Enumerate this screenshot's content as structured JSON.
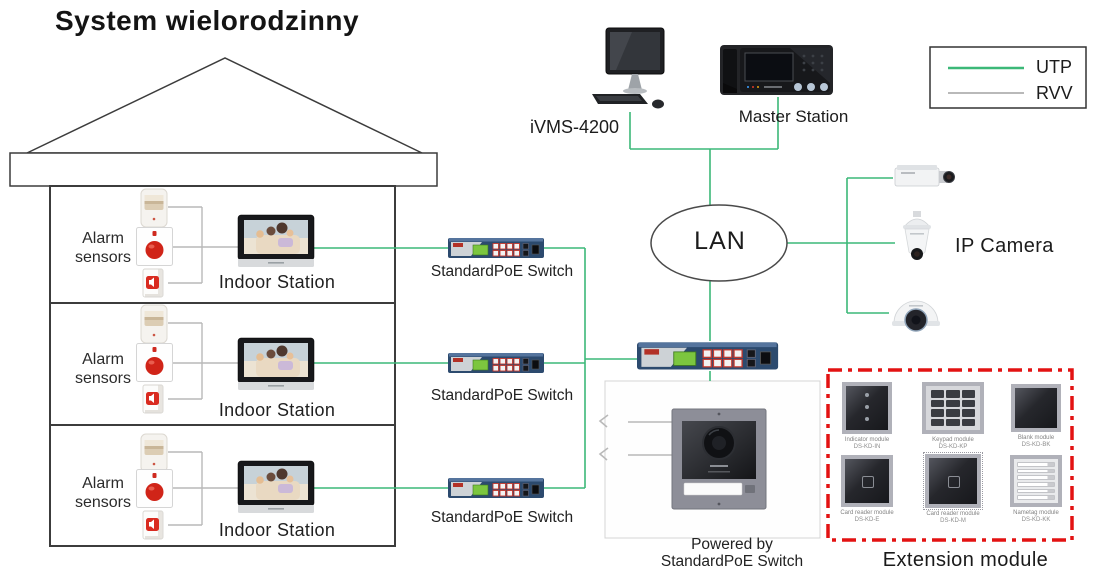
{
  "title": "System wielorodzinny",
  "colors": {
    "utp": "#3cb878",
    "rvv": "#b9b9b9",
    "extension_border": "#e31212"
  },
  "legend": {
    "utp_label": "UTP",
    "rvv_label": "RVV"
  },
  "house": {
    "floors": [
      {
        "alarm_line1": "Alarm",
        "alarm_line2": "sensors",
        "indoor_label": "Indoor Station",
        "switch_label": "StandardPoE Switch"
      },
      {
        "alarm_line1": "Alarm",
        "alarm_line2": "sensors",
        "indoor_label": "Indoor Station",
        "switch_label": "StandardPoE Switch"
      },
      {
        "alarm_line1": "Alarm",
        "alarm_line2": "sensors",
        "indoor_label": "Indoor Station",
        "switch_label": "StandardPoE Switch"
      }
    ]
  },
  "network": {
    "ivms_label": "iVMS-4200",
    "master_label": "Master Station",
    "lan_label": "LAN",
    "ip_camera_label": "IP Camera"
  },
  "door_station": {
    "powered_line1": "Powered by",
    "powered_line2": "StandardPoE Switch"
  },
  "extension": {
    "title": "Extension module",
    "modules": [
      {
        "name": "Indicator module",
        "model": "DS-KD-IN"
      },
      {
        "name": "Keypad module",
        "model": "DS-KD-KP"
      },
      {
        "name": "Blank module",
        "model": "DS-KD-BK"
      },
      {
        "name": "Card reader module",
        "model": "DS-KD-E"
      },
      {
        "name": "Card reader module",
        "model": "DS-KD-M"
      },
      {
        "name": "Nametag module",
        "model": "DS-KD-KK"
      }
    ]
  }
}
